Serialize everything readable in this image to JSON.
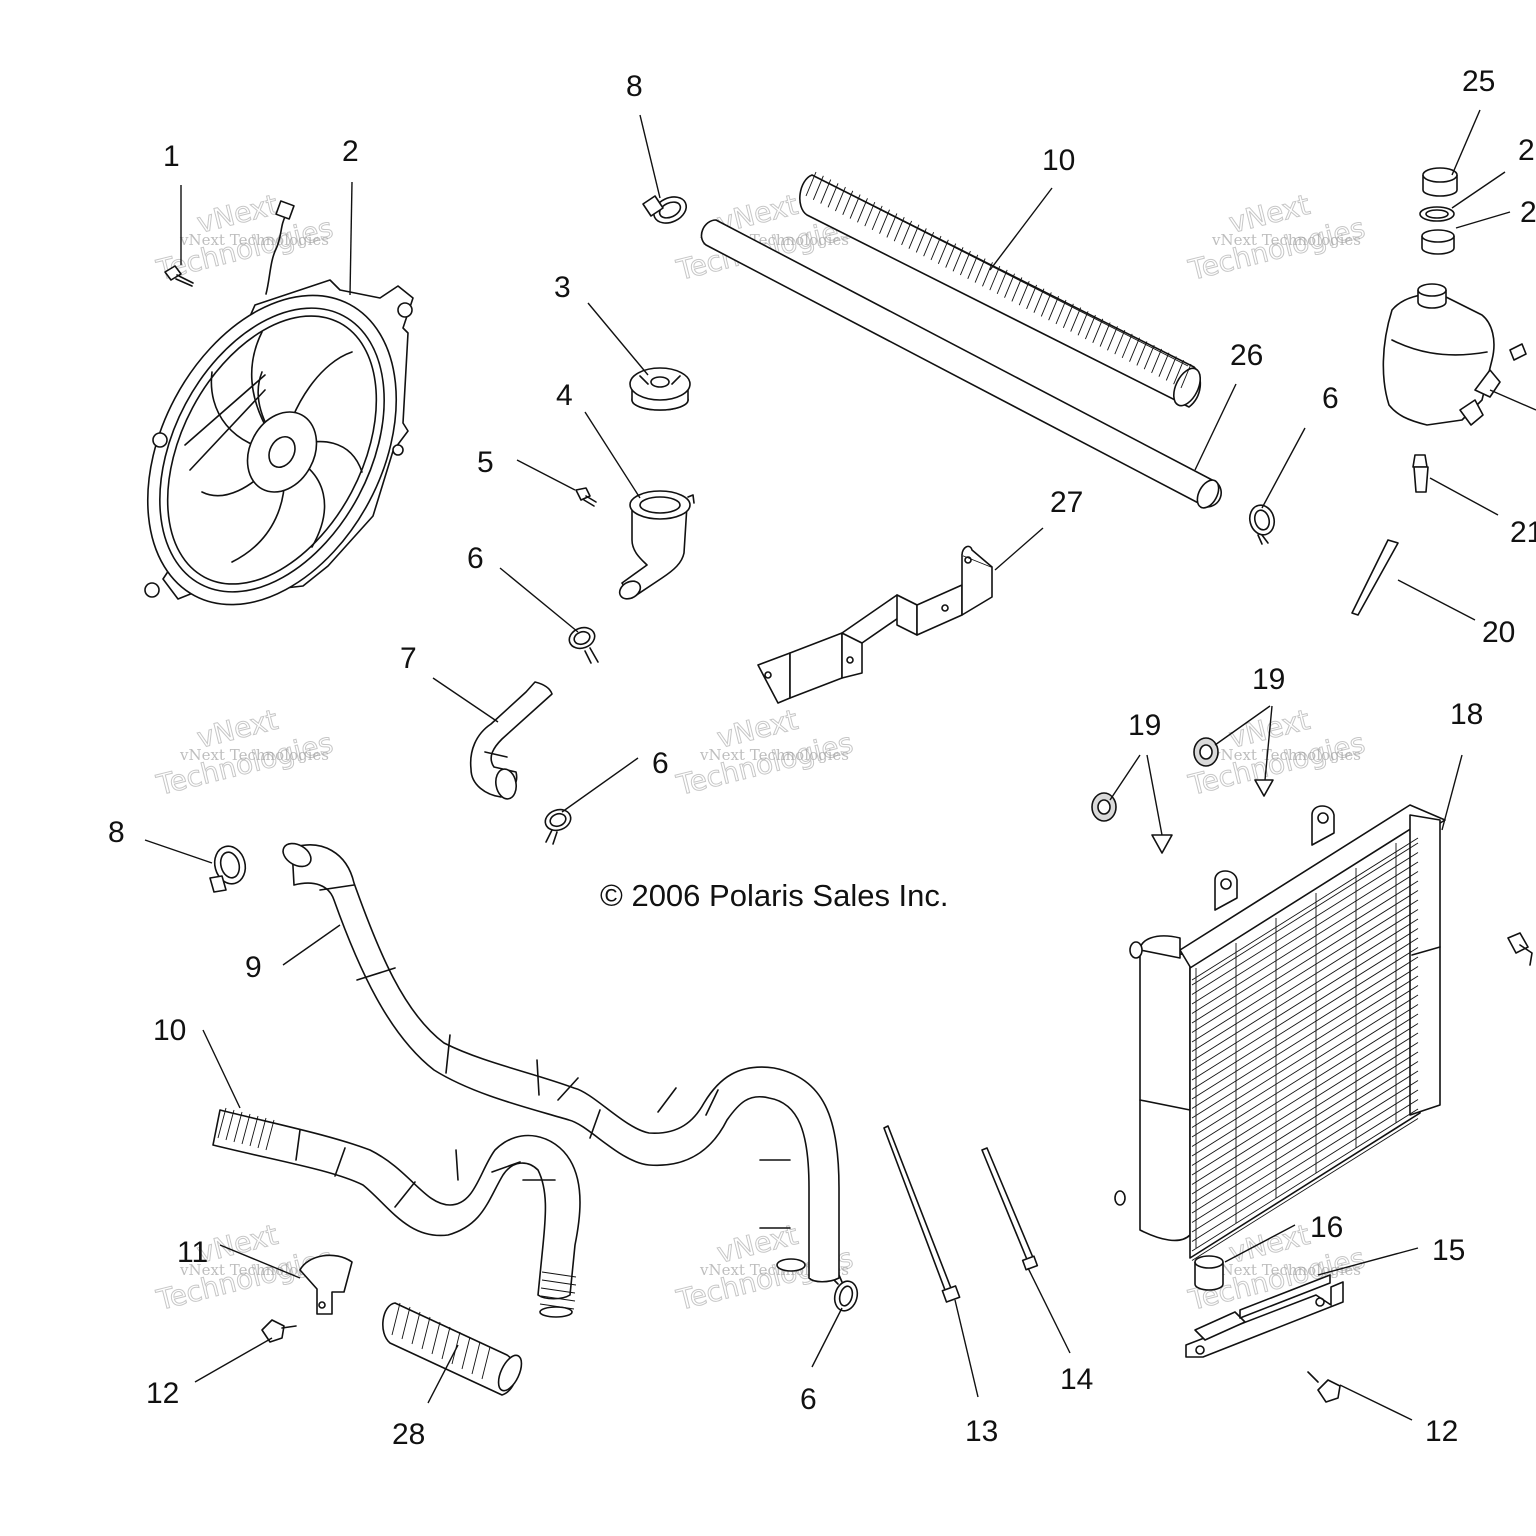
{
  "diagram": {
    "copyright": "© 2006 Polaris Sales Inc.",
    "watermark": {
      "line1": "vNext Technologies",
      "line2": "vNext",
      "line3": "Technologies"
    },
    "callouts": [
      {
        "id": "1a",
        "label": "1"
      },
      {
        "id": "2a",
        "label": "2"
      },
      {
        "id": "3a",
        "label": "3"
      },
      {
        "id": "4a",
        "label": "4"
      },
      {
        "id": "5a",
        "label": "5"
      },
      {
        "id": "6a",
        "label": "6"
      },
      {
        "id": "6b",
        "label": "6"
      },
      {
        "id": "6c",
        "label": "6"
      },
      {
        "id": "6d",
        "label": "6"
      },
      {
        "id": "7a",
        "label": "7"
      },
      {
        "id": "8a",
        "label": "8"
      },
      {
        "id": "8b",
        "label": "8"
      },
      {
        "id": "9a",
        "label": "9"
      },
      {
        "id": "10a",
        "label": "10"
      },
      {
        "id": "10b",
        "label": "10"
      },
      {
        "id": "11a",
        "label": "11"
      },
      {
        "id": "12a",
        "label": "12"
      },
      {
        "id": "12b",
        "label": "12"
      },
      {
        "id": "13a",
        "label": "13"
      },
      {
        "id": "14a",
        "label": "14"
      },
      {
        "id": "15a",
        "label": "15"
      },
      {
        "id": "16a",
        "label": "16"
      },
      {
        "id": "18a",
        "label": "18"
      },
      {
        "id": "19a",
        "label": "19"
      },
      {
        "id": "19b",
        "label": "19"
      },
      {
        "id": "20a",
        "label": "20"
      },
      {
        "id": "21a",
        "label": "21"
      },
      {
        "id": "22a",
        "label": "2"
      },
      {
        "id": "23a",
        "label": "2"
      },
      {
        "id": "25a",
        "label": "25"
      },
      {
        "id": "26a",
        "label": "26"
      },
      {
        "id": "27a",
        "label": "27"
      },
      {
        "id": "28a",
        "label": "28"
      }
    ]
  }
}
